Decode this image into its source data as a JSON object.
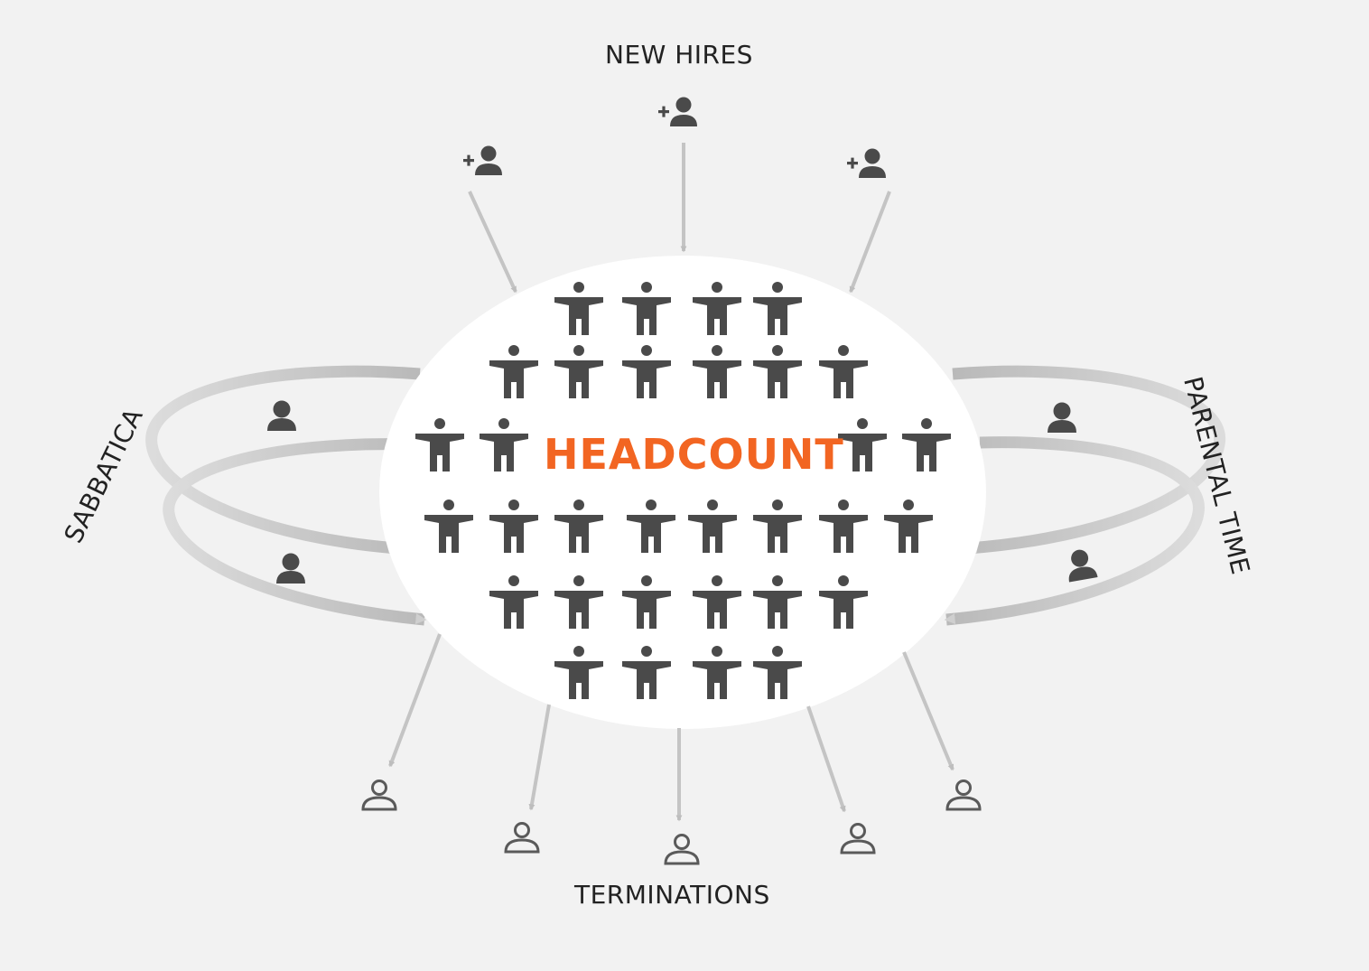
{
  "labels": {
    "new_hires": "NEW HIRES",
    "terminations": "TERMINATIONS",
    "sabbatical": "SABBATICA",
    "parental_time": "PARENTAL TIME",
    "headcount": "HEADCOUNT"
  },
  "icons": {
    "new_hire": "add-person-icon",
    "headcount_member": "person-arms-out-icon",
    "on_leave": "person-solid-icon",
    "termination": "person-outline-icon"
  },
  "colors": {
    "background": "#f2f2f2",
    "ellipse": "#ffffff",
    "icon": "#4a4a4a",
    "arrow": "#bdbdbd",
    "headcount_text": "#f26522"
  },
  "headcount_rows": [
    4,
    6,
    4,
    8,
    6,
    4
  ]
}
